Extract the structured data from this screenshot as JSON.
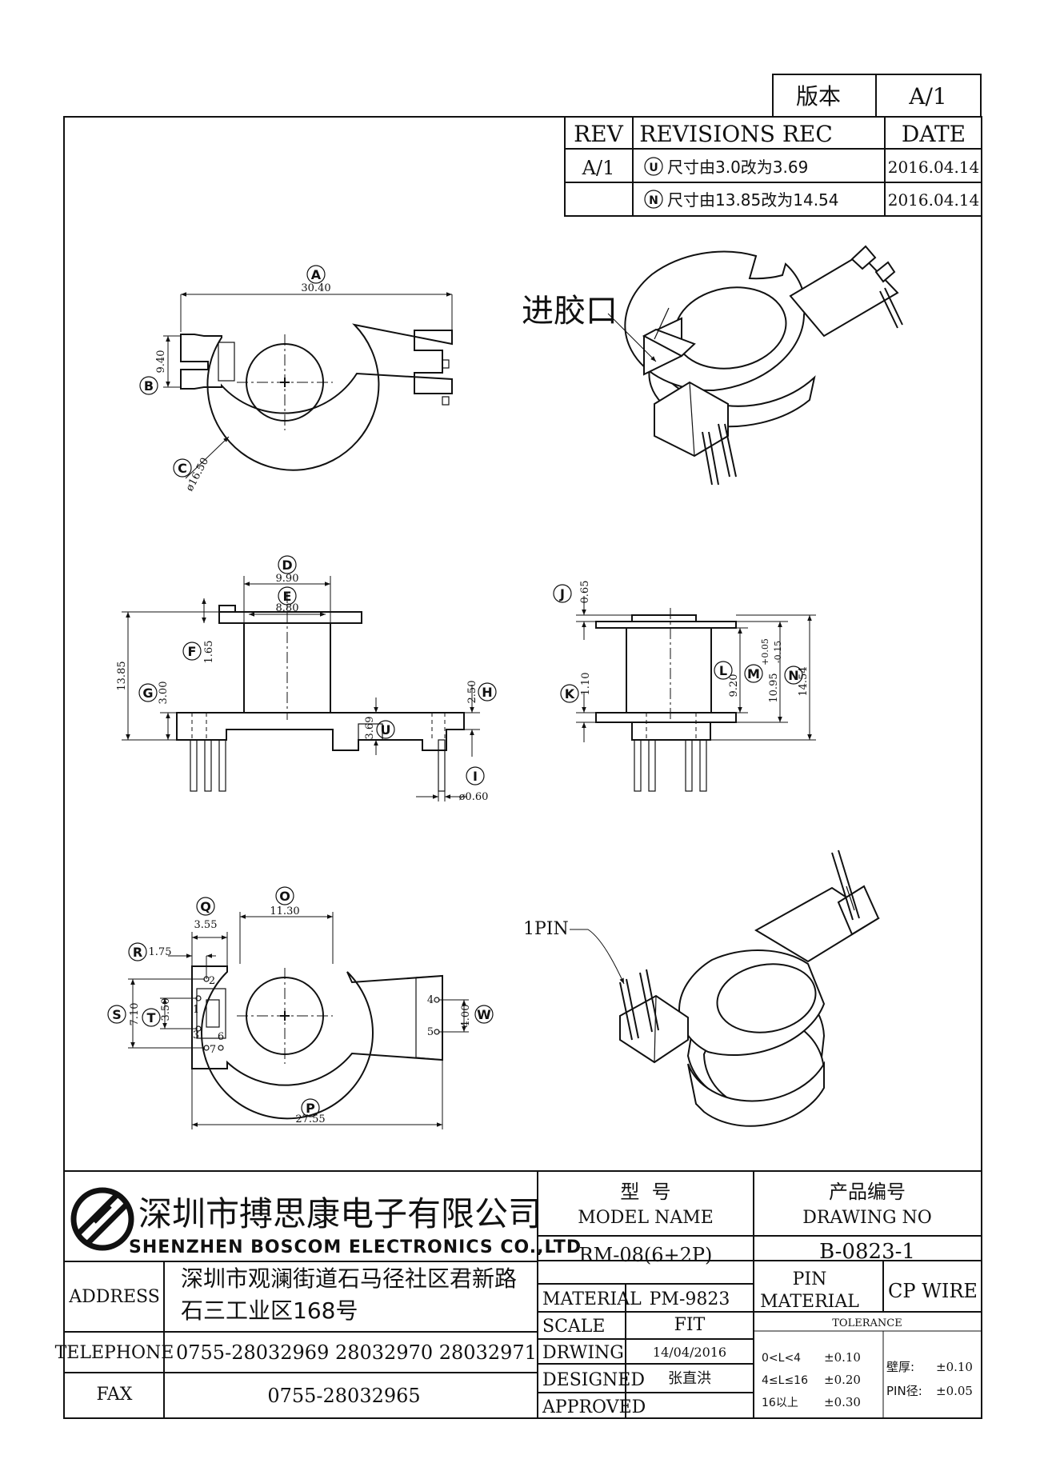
{
  "version_box": {
    "label": "版本",
    "value": "A/1"
  },
  "revisions": {
    "headers": {
      "rev": "REV",
      "rec": "REVISIONS REC",
      "date": "DATE"
    },
    "rows": [
      {
        "rev": "A/1",
        "mark": "U",
        "text": "尺寸由3.0改为3.69",
        "date": "2016.04.14"
      },
      {
        "rev": "",
        "mark": "N",
        "text": "尺寸由13.85改为14.54",
        "date": "2016.04.14"
      }
    ]
  },
  "top_view": {
    "A_letter": "A",
    "A_value": "30.40",
    "B_letter": "B",
    "B_value": "9.40",
    "C_letter": "C",
    "C_value": "ø16.50"
  },
  "iso_top": {
    "gate_label": "进胶口"
  },
  "front_view": {
    "D_letter": "D",
    "D_value": "9.90",
    "E_letter": "E",
    "E_value": "8.80",
    "F_letter": "F",
    "F_value": "1.65",
    "total_value": "13.85",
    "G_letter": "G",
    "G_value": "3.00",
    "H_letter": "H",
    "H_value": "2.50",
    "U_letter": "U",
    "U_value": "3.69",
    "I_letter": "I",
    "I_value": "ø0.60"
  },
  "side_view": {
    "J_letter": "J",
    "J_value": "0.65",
    "K_letter": "K",
    "K_value": "1.10",
    "L_letter": "L",
    "L_value": "9.20",
    "M_letter": "M",
    "M_value": "10.95",
    "M_tol_upper": "+0.05",
    "M_tol_lower": "-0.15",
    "N_letter": "N",
    "N_value": "14.54"
  },
  "bottom_view": {
    "O_letter": "O",
    "O_value": "11.30",
    "Q_letter": "Q",
    "Q_value": "3.55",
    "R_letter": "R",
    "R_value": "1.75",
    "S_letter": "S",
    "S_value": "7.10",
    "T_letter": "T",
    "T_value": "3.50",
    "W_letter": "W",
    "W_value": "4.00",
    "P_letter": "P",
    "P_value": "27.55",
    "pins": [
      "1",
      "2",
      "3",
      "4",
      "5",
      "6",
      "7"
    ]
  },
  "iso_bottom": {
    "pin1_label": "1PIN"
  },
  "title_block": {
    "company_cn": "深圳市搏思康电子有限公司",
    "company_en": "SHENZHEN BOSCOM ELECTRONICS CO.,LTD",
    "model_cn": "型  号",
    "model_en": "MODEL NAME",
    "model_value": "RM-08(6+2P)",
    "drawing_cn": "产品编号",
    "drawing_en": "DRAWING NO",
    "drawing_value": "B-0823-1",
    "address_label": "ADDRESS",
    "address_line1": "深圳市观澜街道石马径社区君新路",
    "address_line2": "石三工业区168号",
    "telephone_label": "TELEPHONE",
    "telephone_value": "0755-28032969 28032970 28032971",
    "fax_label": "FAX",
    "fax_value": "0755-28032965",
    "material_label": "MATERIAL",
    "material_value": "PM-9823",
    "pin_material_label1": "PIN",
    "pin_material_label2": "MATERIAL",
    "pin_material_value": "CP WIRE",
    "scale_label": "SCALE",
    "scale_value": "FIT",
    "drwing_label": "DRWING",
    "drwing_value": "14/04/2016",
    "designed_label": "DESIGNED",
    "designed_value": "张直洪",
    "approved_label": "APPROVED",
    "tolerance_label": "TOLERANCE",
    "tolerances": [
      {
        "range": "0<L<4",
        "value": "±0.10"
      },
      {
        "range": "4≤L≤16",
        "value": "±0.20"
      },
      {
        "range": "16以上",
        "value": "±0.30"
      }
    ],
    "wall_label": "壁厚:",
    "wall_value": "±0.10",
    "pin_dia_label": "PIN径:",
    "pin_dia_value": "±0.05"
  }
}
